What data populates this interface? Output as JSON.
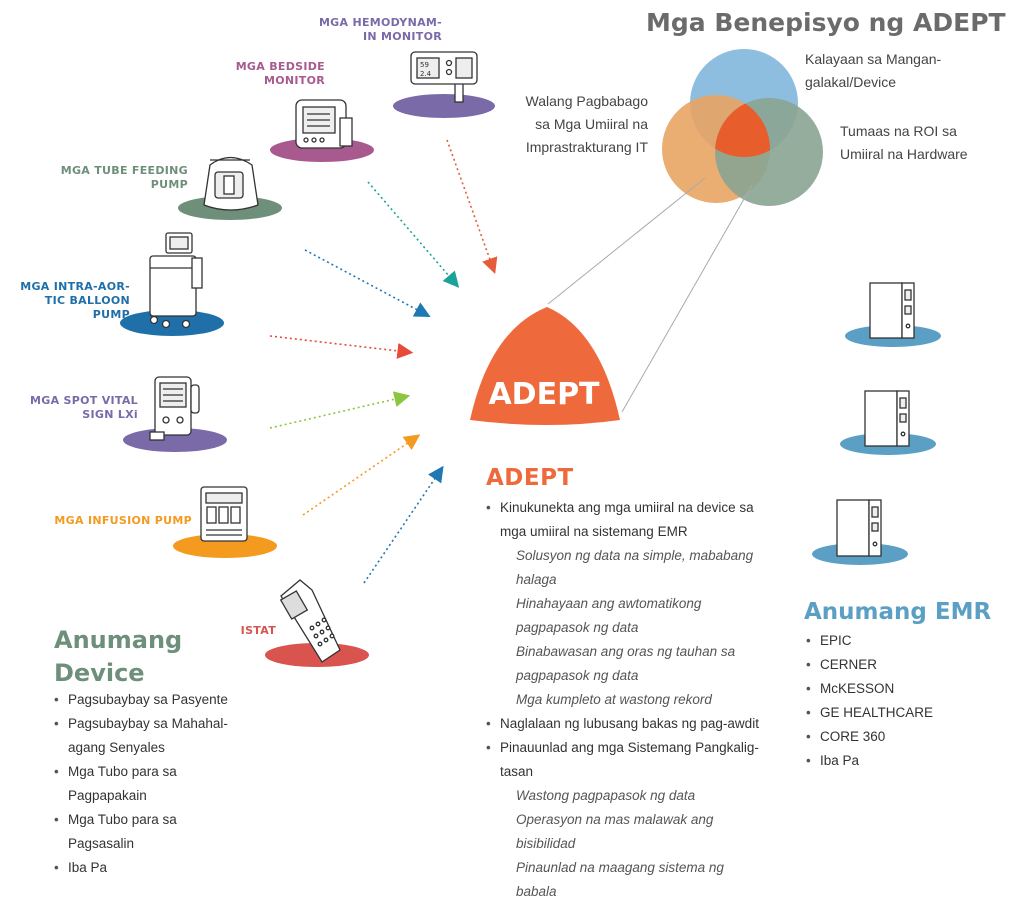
{
  "benefits": {
    "title": "Mga Benepisyo ng ADEPT",
    "items": [
      {
        "text": "Kalayaan sa Mangan-\ngalakal/Device",
        "color": "#7ab3d9"
      },
      {
        "text": "Walang Pagbabago\nsa Mga Umiiral na\nImprastrakturang IT",
        "color": "#e8a463"
      },
      {
        "text": "Tumaas na ROI sa\nUmiiral na Hardware",
        "color": "#8aa492"
      }
    ],
    "overlap_color": "#e85d2c"
  },
  "hub": {
    "label": "ADEPT",
    "color": "#ee6a3c"
  },
  "devices": [
    {
      "label": "MGA HEMODYNAM-\nIN MONITOR",
      "color": "#7a6aa8",
      "arrow_color": "#e55c3a",
      "icon": "hemodynamic-monitor-icon"
    },
    {
      "label": "MGA BEDSIDE\nMONITOR",
      "color": "#a85a8e",
      "arrow_color": "#1aa39a",
      "icon": "bedside-monitor-icon"
    },
    {
      "label": "MGA TUBE FEEDING\nPUMP",
      "color": "#6e8f7a",
      "arrow_color": "#1f78b4",
      "icon": "feeding-pump-icon"
    },
    {
      "label": "MGA INTRA-AOR-\nTIC BALLOON\nPUMP",
      "color": "#1f6fa8",
      "arrow_color": "#e84a3a",
      "icon": "balloon-pump-icon"
    },
    {
      "label": "MGA SPOT VITAL\nSIGN LXi",
      "color": "#7a6aa8",
      "arrow_color": "#8cc63f",
      "icon": "vital-sign-icon"
    },
    {
      "label": "MGA INFUSION PUMP",
      "color": "#f39a1f",
      "arrow_color": "#f39a1f",
      "icon": "infusion-pump-icon"
    },
    {
      "label": "ISTAT",
      "color": "#d9534f",
      "arrow_color": "#1f78b4",
      "icon": "istat-handheld-icon"
    }
  ],
  "device_section": {
    "title": "Anumang\nDevice",
    "items": [
      "Pagsubaybay sa Pasyente",
      "Pagsubaybay sa Mahahal-\nagang Senyales",
      "Mga Tubo para sa\nPagpapakain",
      "Mga Tubo para sa\nPagsasalin",
      "Iba Pa"
    ]
  },
  "adept_section": {
    "title": "ADEPT",
    "items": [
      {
        "text": "Kinukunekta ang mga umiiral na device sa\nmga umiiral na sistemang EMR",
        "subs": [
          "Solusyon ng data na simple, mababang\nhalaga",
          "Hinahayaan ang awtomatikong\npagpapasok ng data",
          "Binabawasan ang oras ng tauhan sa\npagpapasok ng data",
          "Mga kumpleto at wastong  rekord"
        ]
      },
      {
        "text": "Naglalaan ng lubusang bakas ng pag-awdit",
        "subs": []
      },
      {
        "text": "Pinauunlad ang mga Sistemang Pangkalig-\ntasan",
        "subs": [
          "Wastong pagpapasok ng data",
          "Operasyon na mas malawak ang\nbisibilidad",
          "Pinaunlad na maagang sistema ng\nbabala"
        ]
      }
    ]
  },
  "emr_section": {
    "title": "Anumang EMR",
    "items": [
      "EPIC",
      "CERNER",
      "McKESSON",
      "GE HEALTHCARE",
      "CORE 360",
      "Iba Pa"
    ],
    "server_icon": "server-tower-icon",
    "platform_color": "#5b9fc4"
  }
}
